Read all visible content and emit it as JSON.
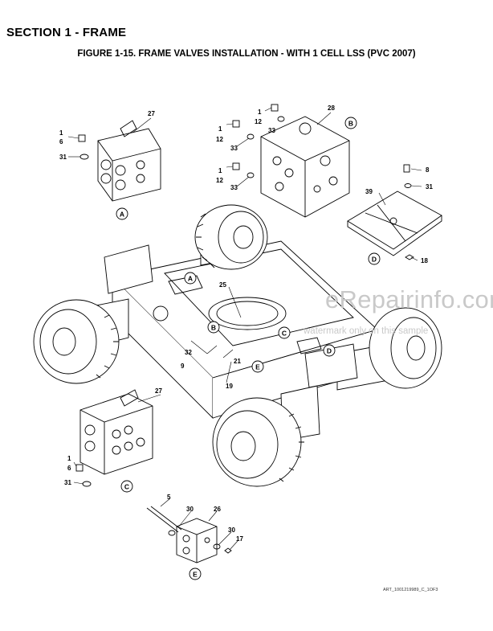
{
  "header": {
    "section_title": "SECTION 1 - FRAME",
    "figure_title": "FIGURE 1-15. FRAME VALVES INSTALLATION - WITH 1 CELL LSS (PVC 2007)"
  },
  "watermark": {
    "main": "eRepairinfo.com",
    "sub": "watermark only on this sample"
  },
  "art_reference": "ART_1001219989_C_1OF3",
  "callouts": {
    "a27": "27",
    "a1": "1",
    "a6": "6",
    "a31": "31",
    "b28": "28",
    "b1": "1",
    "b12a": "12",
    "b33a": "33",
    "b1b": "1",
    "b12b": "12",
    "b33b": "33",
    "b1c": "1",
    "b12c": "12",
    "b33c": "33",
    "d8": "8",
    "d31": "31",
    "d39": "39",
    "d18": "18",
    "m25": "25",
    "m32": "32",
    "m9": "9",
    "m21": "21",
    "m19": "19",
    "c27": "27",
    "c1": "1",
    "c6": "6",
    "c31": "31",
    "e5": "5",
    "e30a": "30",
    "e26": "26",
    "e30b": "30",
    "e17": "17"
  },
  "view_labels": {
    "A": "A",
    "B": "B",
    "C": "C",
    "D": "D",
    "E": "E",
    "frame_A": "A",
    "frame_B": "B",
    "frame_C": "C",
    "frame_D": "D",
    "frame_E": "E"
  }
}
